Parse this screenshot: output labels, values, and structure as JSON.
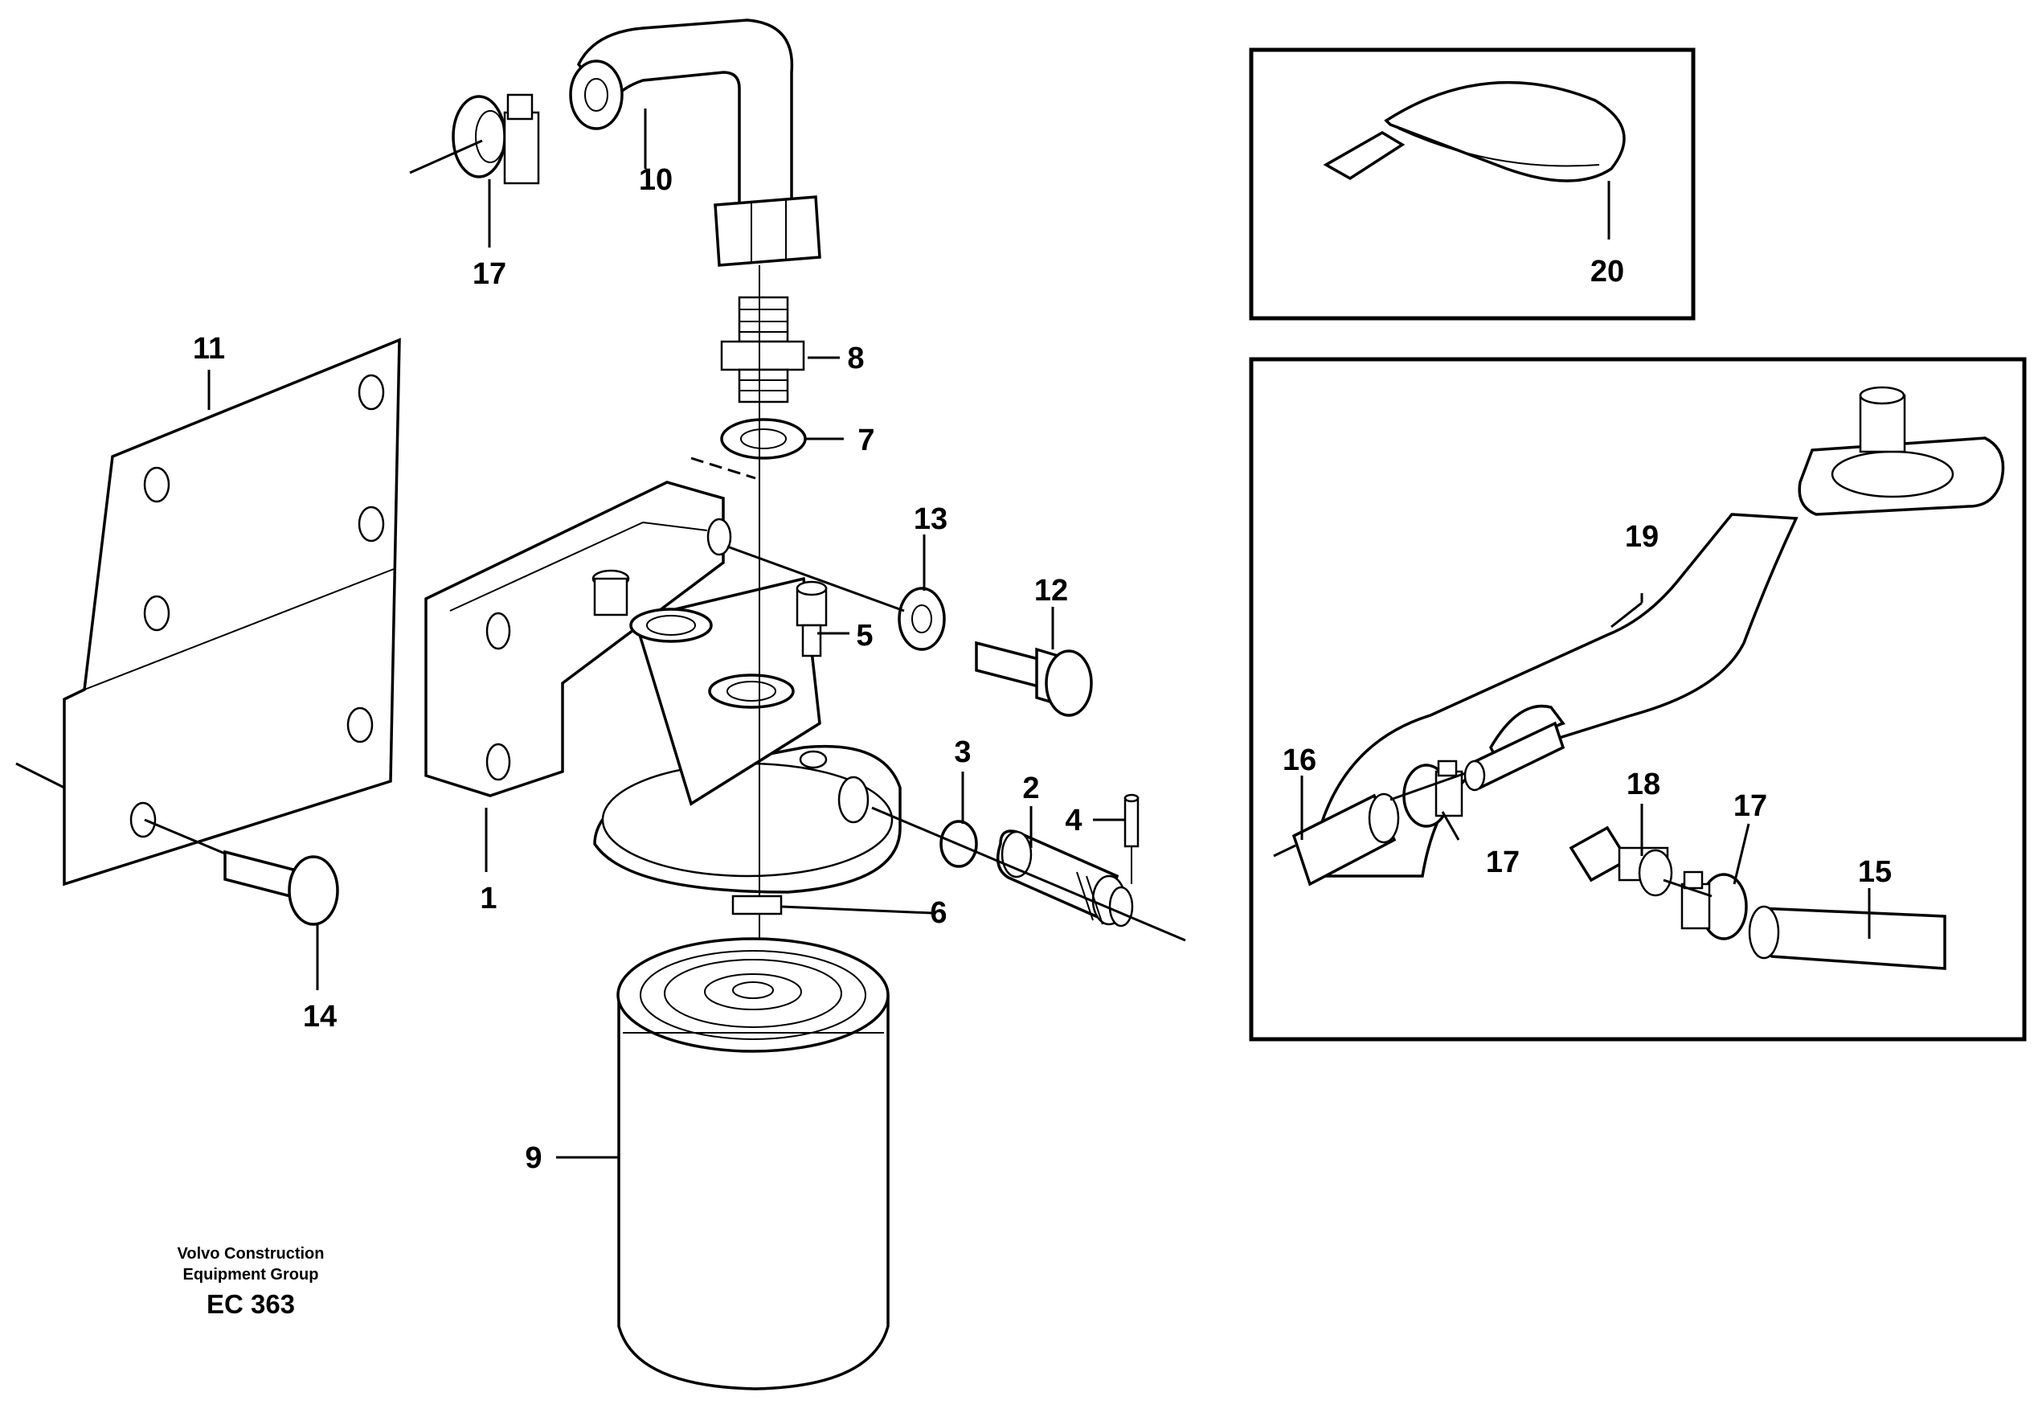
{
  "callouts": {
    "c1": "1",
    "c2": "2",
    "c3": "3",
    "c4": "4",
    "c5": "5",
    "c6": "6",
    "c7": "7",
    "c8": "8",
    "c9": "9",
    "c10": "10",
    "c11": "11",
    "c12": "12",
    "c13": "13",
    "c14": "14",
    "c15": "15",
    "c16": "16",
    "c17a": "17",
    "c17b": "17",
    "c17c": "17",
    "c18": "18",
    "c19": "19",
    "c20": "20"
  },
  "footer": {
    "line1": "Volvo Construction",
    "line2": "Equipment Group",
    "code": "EC 363"
  },
  "parts": {
    "p1": "housing-bracket",
    "p2": "sleeve",
    "p3": "o-ring",
    "p4": "pin",
    "p5": "socket-screw",
    "p6": "nipple",
    "p7": "seal-washer",
    "p8": "adapter",
    "p9": "oil-filter",
    "p10": "pipe",
    "p11": "plate",
    "p12": "flange-bolt",
    "p13": "washer",
    "p14": "flange-bolt",
    "p15": "hose",
    "p16": "hose",
    "p17": "hose-clamp",
    "p18": "union",
    "p19": "pipe-flange",
    "p20": "cable-tie"
  }
}
